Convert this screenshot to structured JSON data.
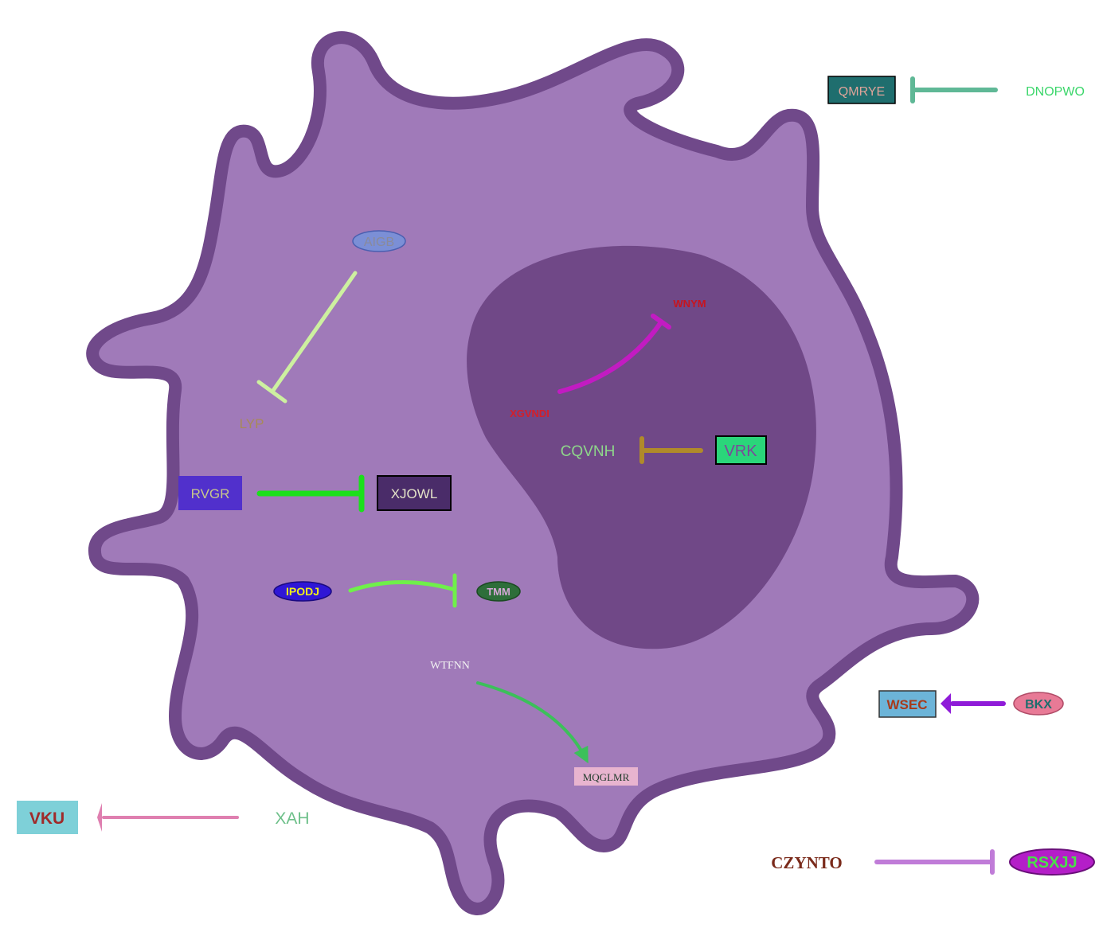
{
  "nodes": {
    "aigb": {
      "label": "AIGB"
    },
    "lyp": {
      "label": "LYP"
    },
    "rvgr": {
      "label": "RVGR"
    },
    "xjowl": {
      "label": "XJOWL"
    },
    "ipodj": {
      "label": "IPODJ"
    },
    "tmm": {
      "label": "TMM"
    },
    "wtfnn": {
      "label": "WTFNN"
    },
    "mqglmr": {
      "label": "MQGLMR"
    },
    "xgvndi": {
      "label": "XGVNDI"
    },
    "wnym": {
      "label": "WNYM"
    },
    "cqvnh": {
      "label": "CQVNH"
    },
    "vrk": {
      "label": "VRK"
    },
    "qmrye": {
      "label": "QMRYE"
    },
    "dnopwo": {
      "label": "DNOPWO"
    },
    "wsec": {
      "label": "WSEC"
    },
    "bkx": {
      "label": "BKX"
    },
    "vku": {
      "label": "VKU"
    },
    "xah": {
      "label": "XAH"
    },
    "czynto": {
      "label": "CZYNTO"
    },
    "rsxjj": {
      "label": "RSXJJ"
    }
  },
  "edges": [
    {
      "from": "AIGB",
      "to": "LYP",
      "type": "inhibition",
      "color": "#cdf0a0"
    },
    {
      "from": "RVGR",
      "to": "XJOWL",
      "type": "inhibition",
      "color": "#1be01b"
    },
    {
      "from": "IPODJ",
      "to": "TMM",
      "type": "inhibition",
      "color": "#6ff04a"
    },
    {
      "from": "WTFNN",
      "to": "MQGLMR",
      "type": "activation",
      "color": "#3cc05a"
    },
    {
      "from": "XGVNDI",
      "to": "WNYM",
      "type": "inhibition",
      "color": "#c21bc2"
    },
    {
      "from": "VRK",
      "to": "CQVNH",
      "type": "inhibition",
      "color": "#b08a2a"
    },
    {
      "from": "DNOPWO",
      "to": "QMRYE",
      "type": "inhibition",
      "color": "#5fb896"
    },
    {
      "from": "BKX",
      "to": "WSEC",
      "type": "activation",
      "color": "#8f1bd8"
    },
    {
      "from": "XAH",
      "to": "VKU",
      "type": "activation",
      "color": "#df7fb0"
    },
    {
      "from": "CZYNTO",
      "to": "RSXJJ",
      "type": "inhibition",
      "color": "#c07cd8"
    }
  ],
  "colors": {
    "cell_fill": "#a07ab9",
    "cell_border": "#70498a",
    "nucleus_fill": "#704887"
  }
}
